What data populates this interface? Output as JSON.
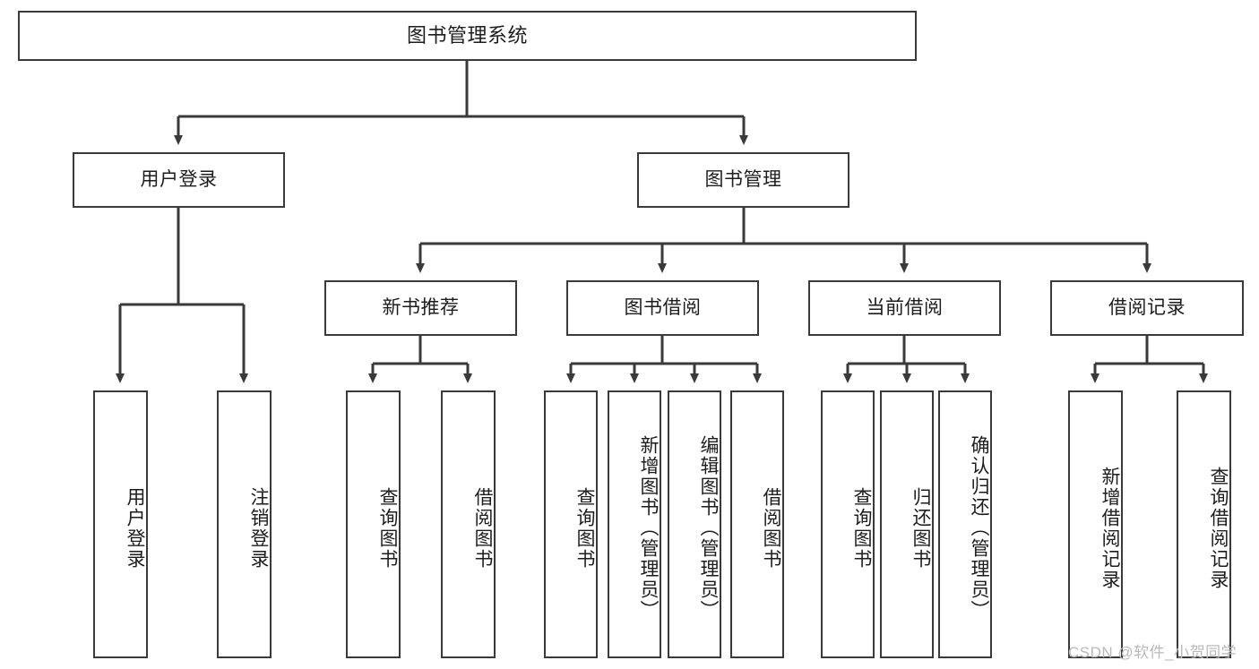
{
  "diagram": {
    "type": "tree-hierarchy",
    "title": "图书管理系统",
    "root": {
      "id": "root",
      "label": "图书管理系统",
      "level": 0
    },
    "level1": [
      {
        "id": "user-login",
        "label": "用户登录"
      },
      {
        "id": "book-manage",
        "label": "图书管理"
      }
    ],
    "level2": [
      {
        "id": "new-book-rec",
        "label": "新书推荐",
        "parent": "book-manage"
      },
      {
        "id": "book-borrow",
        "label": "图书借阅",
        "parent": "book-manage"
      },
      {
        "id": "current-borrow",
        "label": "当前借阅",
        "parent": "book-manage"
      },
      {
        "id": "borrow-record",
        "label": "借阅记录",
        "parent": "book-manage"
      }
    ],
    "leaves": {
      "user_login": [
        {
          "id": "leaf-user-login",
          "label": "用户登录"
        },
        {
          "id": "leaf-logout",
          "label": "注销登录"
        }
      ],
      "new_book_rec": [
        {
          "id": "leaf-query-book-1",
          "label": "查询图书"
        },
        {
          "id": "leaf-borrow-book-1",
          "label": "借阅图书"
        }
      ],
      "book_borrow": [
        {
          "id": "leaf-query-book-2",
          "label": "查询图书"
        },
        {
          "id": "leaf-add-book",
          "label": "新增图书（管理员）"
        },
        {
          "id": "leaf-edit-book",
          "label": "编辑图书（管理员）"
        },
        {
          "id": "leaf-borrow-book-2",
          "label": "借阅图书"
        }
      ],
      "current_borrow": [
        {
          "id": "leaf-query-book-3",
          "label": "查询图书"
        },
        {
          "id": "leaf-return-book",
          "label": "归还图书"
        },
        {
          "id": "leaf-confirm-return",
          "label": "确认归还（管理员）"
        }
      ],
      "borrow_record": [
        {
          "id": "leaf-add-record",
          "label": "新增借阅记录"
        },
        {
          "id": "leaf-query-record",
          "label": "查询借阅记录"
        }
      ]
    },
    "watermark": "CSDN @软件_小贺同学",
    "colors": {
      "stroke": "#3a3a3a",
      "fill": "#ffffff",
      "text": "#1d1d1d",
      "watermark": "#b9b9b9",
      "background": "#ffffff"
    }
  }
}
